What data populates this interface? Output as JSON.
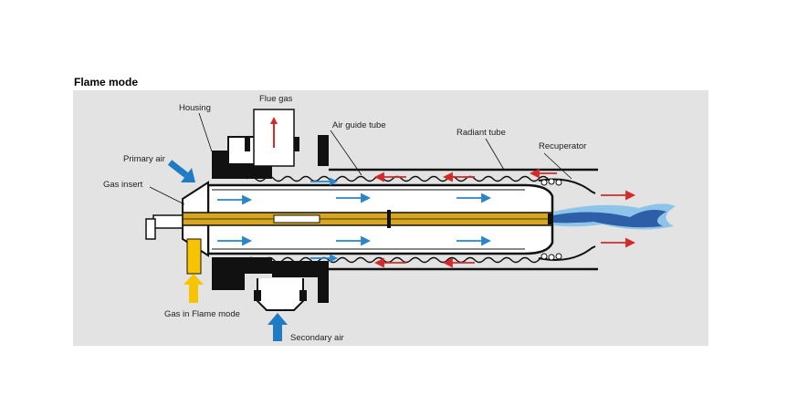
{
  "title": "Flame mode",
  "labels": {
    "flue_gas": "Flue gas",
    "housing": "Housing",
    "air_guide_tube": "Air guide tube",
    "radiant_tube": "Radiant tube",
    "recuperator": "Recuperator",
    "primary_air": "Primary air",
    "gas_insert": "Gas insert",
    "gas_in_flame_mode": "Gas in Flame mode",
    "secondary_air": "Secondary air"
  },
  "colors": {
    "panel_bg": "#e3e3e3",
    "air_flow": "#2a86c8",
    "flue_flow": "#d42a2a",
    "gas_flow": "#f6c400",
    "gas_tube": "#d7a51f",
    "flame": "#2d5fa8",
    "flame_light": "#8fc4ea",
    "metal": "#111111"
  },
  "icons": [
    "flue-gas-arrow-icon",
    "primary-air-arrow-icon",
    "gas-arrow-icon",
    "secondary-air-arrow-icon",
    "flame-icon"
  ]
}
